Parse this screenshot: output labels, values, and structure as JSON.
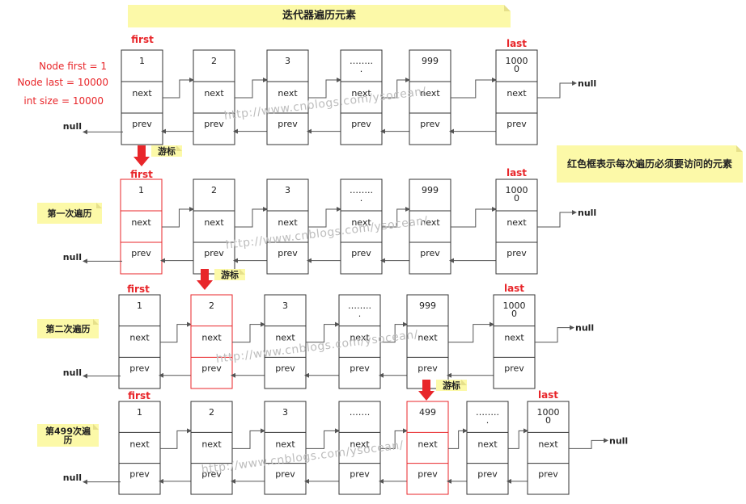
{
  "title": "迭代器遍历元素",
  "legend_note": "红色框表示每次遍历必须要访问的元素",
  "info_lines": [
    "Node first = 1",
    "Node last = 10000",
    "int size = 10000"
  ],
  "watermark": "http://www.cnblogs.com/ysocean/",
  "labels": {
    "first": "first",
    "last": "last",
    "null": "null",
    "next": "next",
    "prev": "prev",
    "cursor": "游标"
  },
  "colors": {
    "red": "#e8262a",
    "note": "#fcf9a8",
    "node": "#333333",
    "arrow": "#555555"
  },
  "rows": [
    {
      "row_label": "",
      "values": [
        "1",
        "2",
        "3",
        "……..\n.",
        "999",
        "1000\n0"
      ],
      "highlight": -1
    },
    {
      "row_label": "第一次遍历",
      "values": [
        "1",
        "2",
        "3",
        "……..\n.",
        "999",
        "1000\n0"
      ],
      "highlight": 0
    },
    {
      "row_label": "第二次遍历",
      "values": [
        "1",
        "2",
        "3",
        "……..\n.",
        "999",
        "1000\n0"
      ],
      "highlight": 1
    },
    {
      "row_label": "第499次遍\n历",
      "values": [
        "1",
        "2",
        "3",
        "…….",
        "499",
        "……..\n.",
        "1000\n0"
      ],
      "highlight": 4
    }
  ]
}
